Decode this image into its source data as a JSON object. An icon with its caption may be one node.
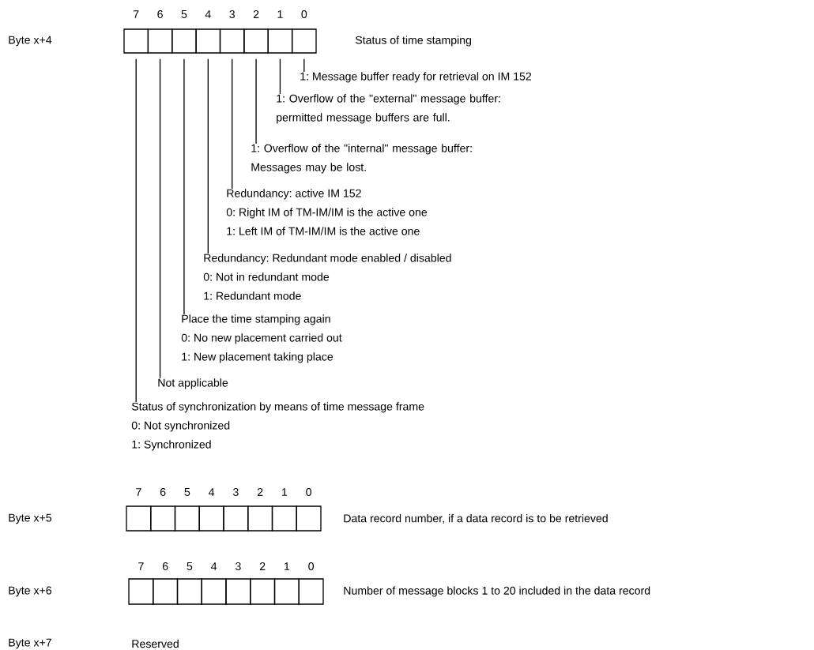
{
  "diagram": {
    "nodes": [
      {
        "text": [],
        "shape": "box"
      },
      {
        "text": [],
        "shape": "box"
      },
      {
        "text": [],
        "shape": "box"
      },
      {
        "text": [],
        "shape": "box"
      },
      {
        "text": [],
        "shape": "box"
      },
      {
        "text": [],
        "shape": "box"
      },
      {
        "text": [],
        "shape": "box"
      },
      {
        "text": [],
        "shape": "box"
      },
      {
        "text": [
          "1: Message buffer ready for retrieval on IM 152"
        ]
      },
      {
        "text": [
          "1: Overflow of the \"external\" message buffer: permitted message buffers are full."
        ]
      },
      {
        "text": [
          "1: Overflow of the \"internal\" message buffer: Messages may be lost."
        ]
      },
      {
        "text": [
          "Redundancy: active IM 152",
          "0: Right IM of TM-IM/IM is the active one",
          "1: Left IM of TM-IM/IM is the active one"
        ]
      },
      {
        "text": [
          "Redundancy: Redundant mode enabled / disabled",
          "0: Not in redundant mode",
          "1: Redundant mode"
        ]
      },
      {
        "text": [
          "Place the time stamping again",
          "0: No new placement carried out",
          "1: New placement taking place"
        ]
      },
      {
        "text": [
          "Not applicable"
        ]
      },
      {
        "text": [
          "Status of synchronization by means of time message frame",
          "0: Not synchronized",
          "1: Synchronized"
        ]
      },
      {
        "text": [],
        "shape": "box"
      },
      {
        "text": [],
        "shape": "box"
      },
      {
        "text": [],
        "shape": "box"
      },
      {
        "text": [],
        "shape": "box"
      },
      {
        "text": [],
        "shape": "box"
      },
      {
        "text": [],
        "shape": "box"
      },
      {
        "text": [],
        "shape": "box"
      },
      {
        "text": [],
        "shape": "box"
      },
      {
        "text": [],
        "shape": "box"
      },
      {
        "text": [],
        "shape": "box"
      },
      {
        "text": [],
        "shape": "box"
      },
      {
        "text": [],
        "shape": "box"
      },
      {
        "text": [],
        "shape": "box"
      },
      {
        "text": [],
        "shape": "box"
      },
      {
        "text": [],
        "shape": "box"
      },
      {
        "text": [],
        "shape": "box"
      }
    ],
    "edges": [
      {
        "from": 8,
        "to": 7,
        "arrow": "none"
      },
      {
        "from": 9,
        "to": 6,
        "arrow": "none"
      },
      {
        "from": 10,
        "to": 5,
        "arrow": "none"
      },
      {
        "from": 11,
        "to": 4,
        "arrow": "none"
      },
      {
        "from": 12,
        "to": 3,
        "arrow": "none"
      },
      {
        "from": 13,
        "to": 2,
        "arrow": "none"
      },
      {
        "from": 14,
        "to": 1,
        "arrow": "none"
      },
      {
        "from": 15,
        "to": 0,
        "arrow": "none"
      }
    ],
    "labels": [
      "7",
      "6",
      "5",
      "4",
      "3",
      "2",
      "1",
      "0",
      "Byte x+4",
      "Status of time stamping",
      "7",
      "6",
      "5",
      "4",
      "3",
      "2",
      "1",
      "0",
      "Byte x+5",
      "Data record number, if a data record is to be retrieved",
      "7",
      "6",
      "5",
      "4",
      "3",
      "2",
      "1",
      "0",
      "Byte x+6",
      "Number of message blocks 1 to 20 included in the data record",
      "Byte x+7",
      "Reserved"
    ]
  }
}
